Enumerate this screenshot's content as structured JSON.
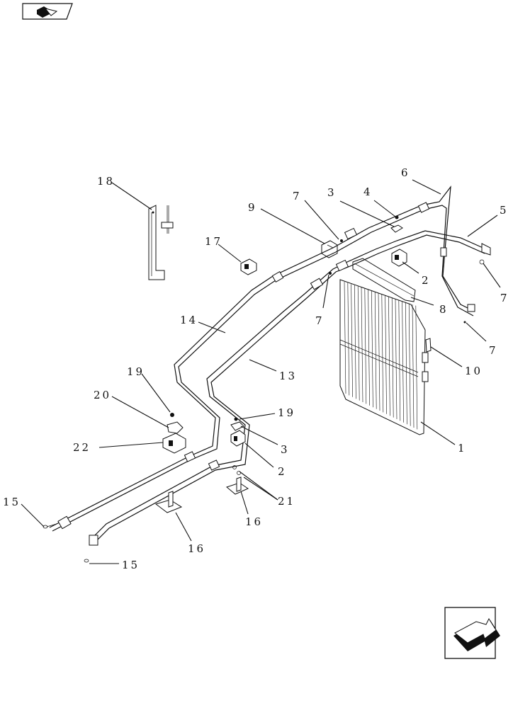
{
  "nav": {
    "top_icon": "book-back-arrow-icon",
    "bottom_icon": "next-page-arrow-icon"
  },
  "callouts": [
    {
      "id": "c1",
      "label": "1"
    },
    {
      "id": "c2a",
      "label": "2"
    },
    {
      "id": "c2b",
      "label": "2"
    },
    {
      "id": "c3a",
      "label": "3"
    },
    {
      "id": "c3b",
      "label": "3"
    },
    {
      "id": "c4",
      "label": "4"
    },
    {
      "id": "c5",
      "label": "5"
    },
    {
      "id": "c6",
      "label": "6"
    },
    {
      "id": "c7a",
      "label": "7"
    },
    {
      "id": "c7b",
      "label": "7"
    },
    {
      "id": "c7c",
      "label": "7"
    },
    {
      "id": "c7d",
      "label": "7"
    },
    {
      "id": "c8",
      "label": "8"
    },
    {
      "id": "c9",
      "label": "9"
    },
    {
      "id": "c10",
      "label": "10"
    },
    {
      "id": "c13",
      "label": "13"
    },
    {
      "id": "c14",
      "label": "14"
    },
    {
      "id": "c15a",
      "label": "15"
    },
    {
      "id": "c15b",
      "label": "15"
    },
    {
      "id": "c16a",
      "label": "16"
    },
    {
      "id": "c16b",
      "label": "16"
    },
    {
      "id": "c17",
      "label": "17"
    },
    {
      "id": "c18",
      "label": "18"
    },
    {
      "id": "c19a",
      "label": "19"
    },
    {
      "id": "c19b",
      "label": "19"
    },
    {
      "id": "c20",
      "label": "20"
    },
    {
      "id": "c21",
      "label": "21"
    },
    {
      "id": "c22",
      "label": "22"
    }
  ]
}
